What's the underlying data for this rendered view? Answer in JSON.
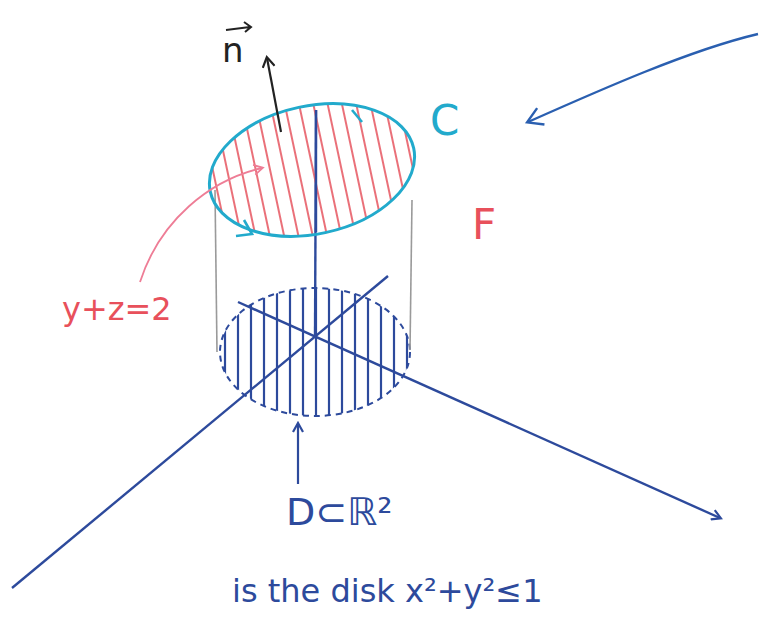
{
  "diagram": {
    "labels": [
      "n",
      "C",
      "F",
      "y+z=2",
      "D⊂ℝ²",
      "is the disk x²+y²≤1"
    ]
  }
}
